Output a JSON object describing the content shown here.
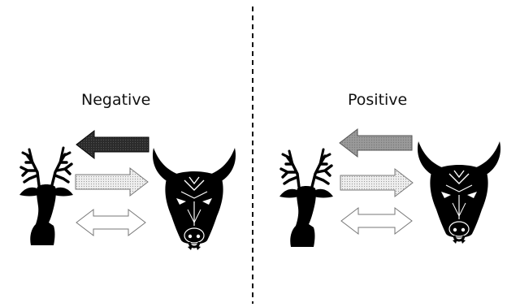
{
  "panels": {
    "left": {
      "title": "Negative"
    },
    "right": {
      "title": "Positive"
    }
  },
  "icons": {
    "left_animal": "deer-head-icon",
    "right_animal": "bull-head-icon"
  },
  "arrows": {
    "left_panel": {
      "top_arrow": {
        "direction": "left",
        "fill": "#2b2b2b"
      },
      "middle_arrow": {
        "direction": "right",
        "fill": "#d9d9d9"
      },
      "bottom_arrow": {
        "direction": "both",
        "fill": "#ffffff"
      }
    },
    "right_panel": {
      "top_arrow": {
        "direction": "left",
        "fill": "#9a9a9a"
      },
      "middle_arrow": {
        "direction": "right",
        "fill": "#d9d9d9"
      },
      "bottom_arrow": {
        "direction": "both",
        "fill": "#ffffff"
      }
    }
  },
  "divider": {
    "style": "dashed",
    "color": "#111111"
  }
}
